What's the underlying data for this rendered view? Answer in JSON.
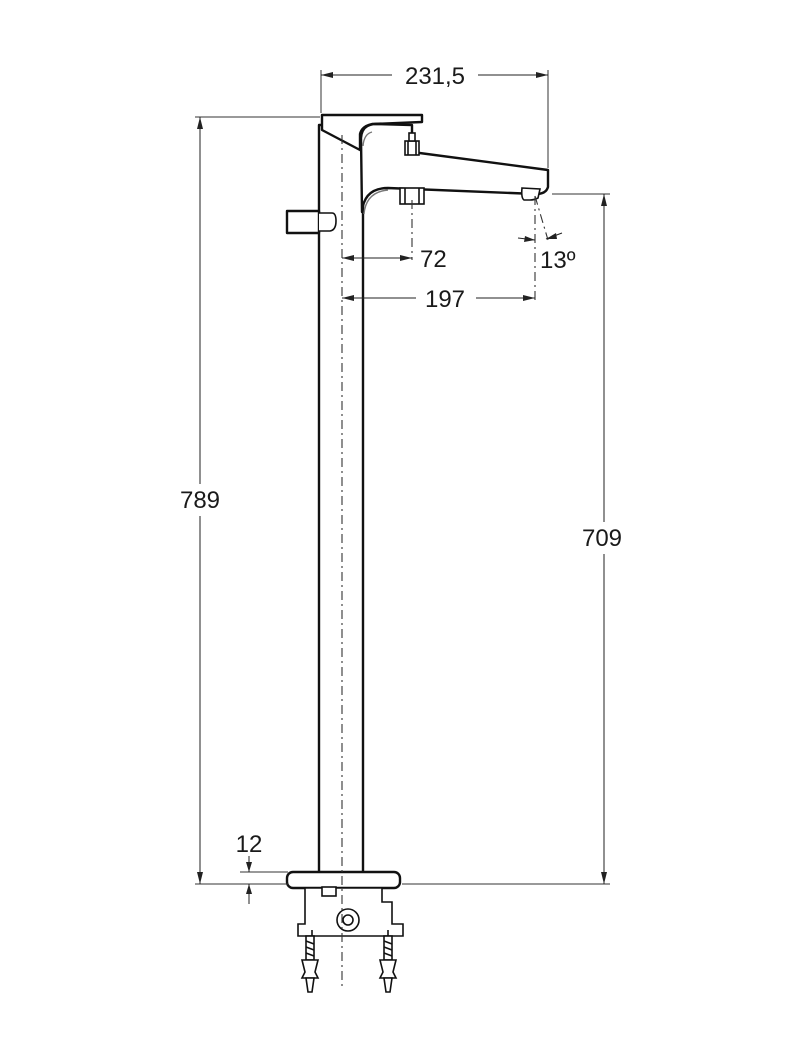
{
  "dimensions": {
    "top_width": "231,5",
    "total_height": "789",
    "spout_height": "709",
    "handle_offset": "72",
    "spout_reach": "197",
    "spout_angle": "13º",
    "base_thickness": "12"
  }
}
